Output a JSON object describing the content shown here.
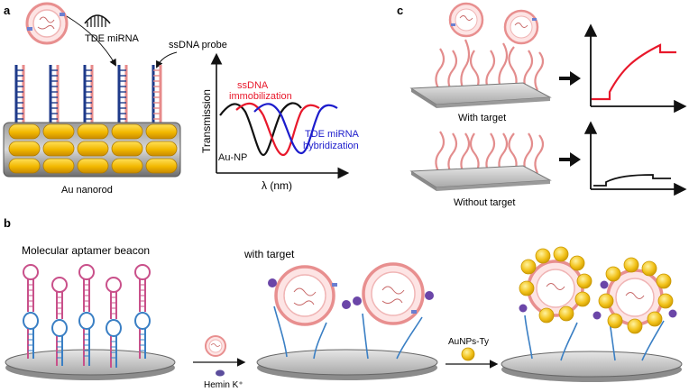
{
  "panel_a": {
    "letter": "a",
    "mirna_label": "TDE miRNA",
    "probe_label": "ssDNA probe",
    "nanorod_label": "Au nanorod",
    "graph": {
      "y_label": "Transmission",
      "x_label": "λ (nm)",
      "curve_ssdna": "ssDNA",
      "curve_immobilization": "immobilization",
      "curve_tde_1": "TDE miRNA",
      "curve_tde_2": "hybridization",
      "curve_aunp": "Au-NP"
    },
    "colors": {
      "black_curve": "#111111",
      "red_curve": "#e8182b",
      "blue_curve": "#1c1ccc"
    }
  },
  "panel_b": {
    "letter": "b",
    "beacon_label": "Molecular aptamer beacon",
    "hemin_label": "Hemin K⁺",
    "target_label": "with target",
    "aunp_label": "AuNPs-Ty",
    "colors": {
      "aptamer_pink": "#c9508a",
      "aptamer_blue": "#3a7fc4",
      "gold": "#f2c21a"
    }
  },
  "panel_c": {
    "letter": "c",
    "with_label": "With target",
    "without_label": "Without target",
    "colors": {
      "signal_red": "#e8182b",
      "signal_black": "#111111"
    }
  }
}
